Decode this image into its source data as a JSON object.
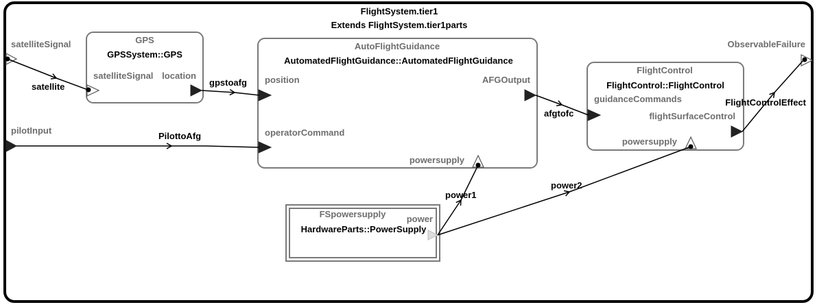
{
  "system": {
    "name": "FlightSystem.tier1",
    "extends": "Extends FlightSystem.tier1parts",
    "ports": {
      "satellite_signal": "satelliteSignal",
      "pilot_input": "pilotInput",
      "observable_failure": "ObservableFailure"
    }
  },
  "components": {
    "gps": {
      "name": "GPS",
      "type": "GPSSystem::GPS",
      "in_port": "satelliteSignal",
      "out_port": "location"
    },
    "afg": {
      "name": "AutoFlightGuidance",
      "type": "AutomatedFlightGuidance::AutomatedFlightGuidance",
      "port_position": "position",
      "port_operator": "operatorCommand",
      "port_output": "AFGOutput",
      "port_power": "powersupply"
    },
    "fc": {
      "name": "FlightControl",
      "type": "FlightControl::FlightControl",
      "port_guidance": "guidanceCommands",
      "port_surface": "flightSurfaceControl",
      "port_power": "powersupply"
    },
    "ps": {
      "name": "FSpowersupply",
      "type": "HardwareParts::PowerSupply",
      "port_power": "power"
    }
  },
  "connections": {
    "satellite": "satellite",
    "gpstoafg": "gpstoafg",
    "pilottoafg": "PilottoAfg",
    "afgtofc": "afgtofc",
    "fc_effect": "FlightControlEffect",
    "power1": "power1",
    "power2": "power2"
  },
  "colors": {
    "stroke": "#000000",
    "box_stroke": "#7a7a7a",
    "port_fill": "#222222",
    "label_gray": "#6e6e6e"
  }
}
